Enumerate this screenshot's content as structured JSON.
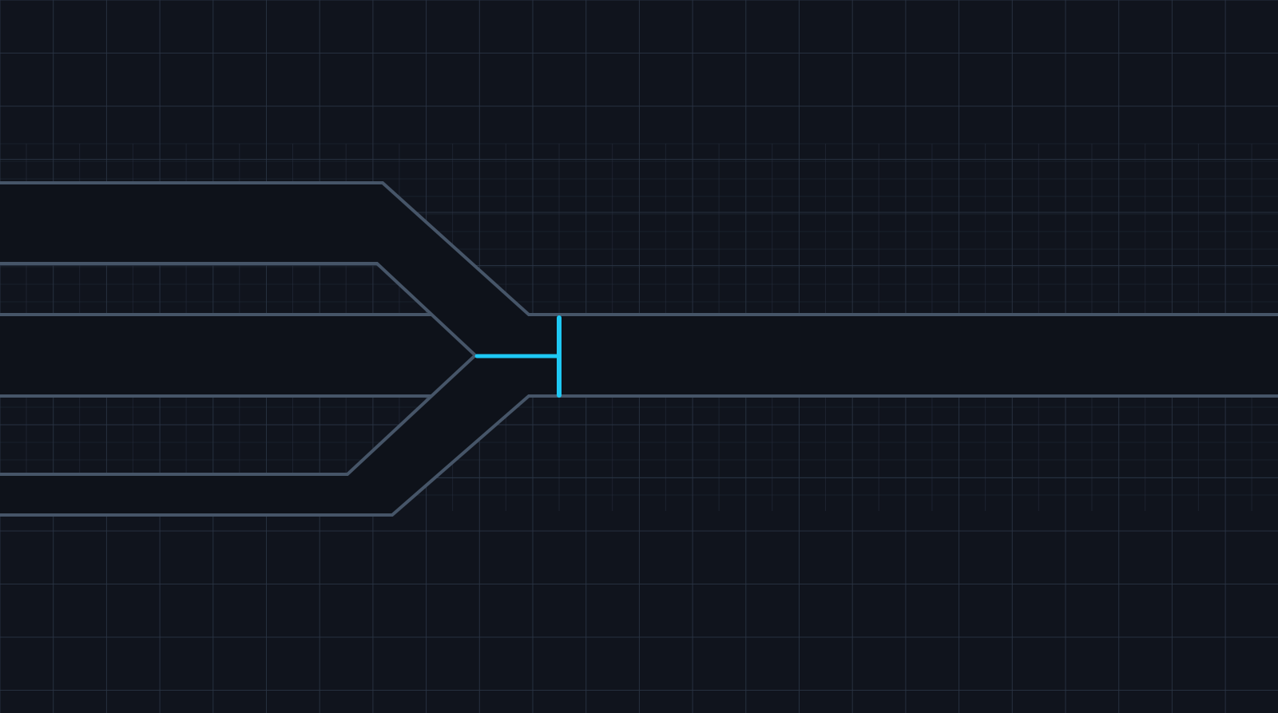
{
  "diagram": {
    "colors": {
      "background": "#10141d",
      "grid_line": "#2b3545",
      "track_outline": "#465568",
      "track_fill": "#0e121a",
      "highlight": "#1ec8f4"
    },
    "elements": [
      "grid",
      "merge-channel-upper",
      "merge-channel-lower",
      "main-channel",
      "junction-marker"
    ]
  }
}
